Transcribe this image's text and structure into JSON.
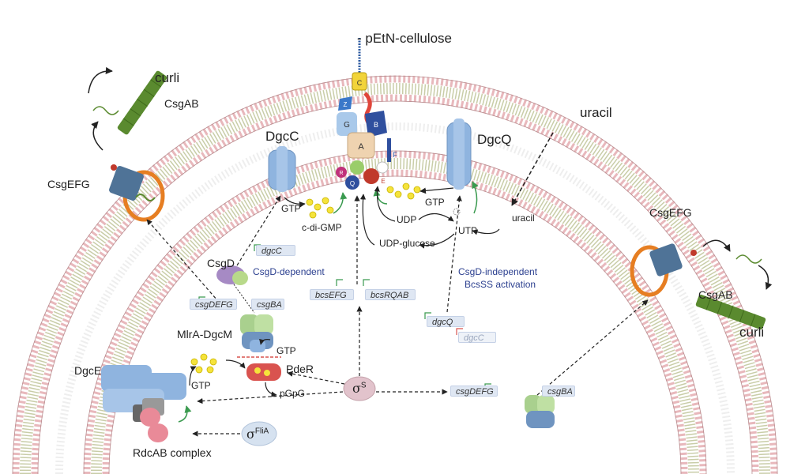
{
  "labels": {
    "pEtN": "- pEtN-cellulose",
    "curli_left": "curli",
    "csgab_left": "CsgAB",
    "csgefg_left": "CsgEFG",
    "dgcc": "DgcC",
    "dgcq": "DgcQ",
    "uracil_top": "uracil",
    "uracil_small": "uracil",
    "gtp_left": "GTP",
    "cdigmp": "c-di-GMP",
    "gtp_right": "GTP",
    "udp": "UDP",
    "utp": "UTP",
    "udpglucose": "UDP-glucose",
    "csgefg_right": "CsgEFG",
    "csgab_right": "CsgAB",
    "curli_right": "curli",
    "csgd": "CsgD",
    "csgd_dependent": "CsgD-dependent",
    "csgd_independent": "CsgD-independent",
    "bcsss_activation": "BcsSS activation",
    "mlra": "MlrA-DgcM",
    "gtp_mlra": "GTP",
    "pder": "PdeR",
    "pgpg": "pGpG",
    "gtp_dgce": "GTP",
    "dgce": "DgcE",
    "rdcab": "RdcAB complex",
    "sigma_s_sym": "σ",
    "sigma_s_sup": "S",
    "sigma_flia_sym": "σ",
    "sigma_flia_sup": "FliA"
  },
  "genes": {
    "dgcC_top": "dgcC",
    "csgDEFG_left": "csgDEFG",
    "csgBA_left": "csgBA",
    "bcsEFG": "bcsEFG",
    "bcsRQAB": "bcsRQAB",
    "dgcQ": "dgcQ",
    "dgcC_faded": "dgcC",
    "csgDEFG_right": "csgDEFG",
    "csgBA_right": "csgBA"
  },
  "subunits": {
    "C": "C",
    "Z": "Z",
    "G": "G",
    "B": "B",
    "A": "A",
    "F": "F",
    "R": "R",
    "Q": "Q",
    "E": "E"
  },
  "colors": {
    "membrane_head": "#e8b8bc",
    "membrane_tail": "#b9c08f",
    "dgc_blue": "#8fb4df",
    "curli_green": "#5a8a2f",
    "csgefg_blue": "#4f7397",
    "csgefg_ring": "#e67e22",
    "csgd_purple": "#a68ac4",
    "mlra_green": "#a9d08e",
    "pder_red": "#d9534f",
    "navy_text": "#2b3f8f",
    "cdigmp_yellow": "#f5e33b"
  }
}
